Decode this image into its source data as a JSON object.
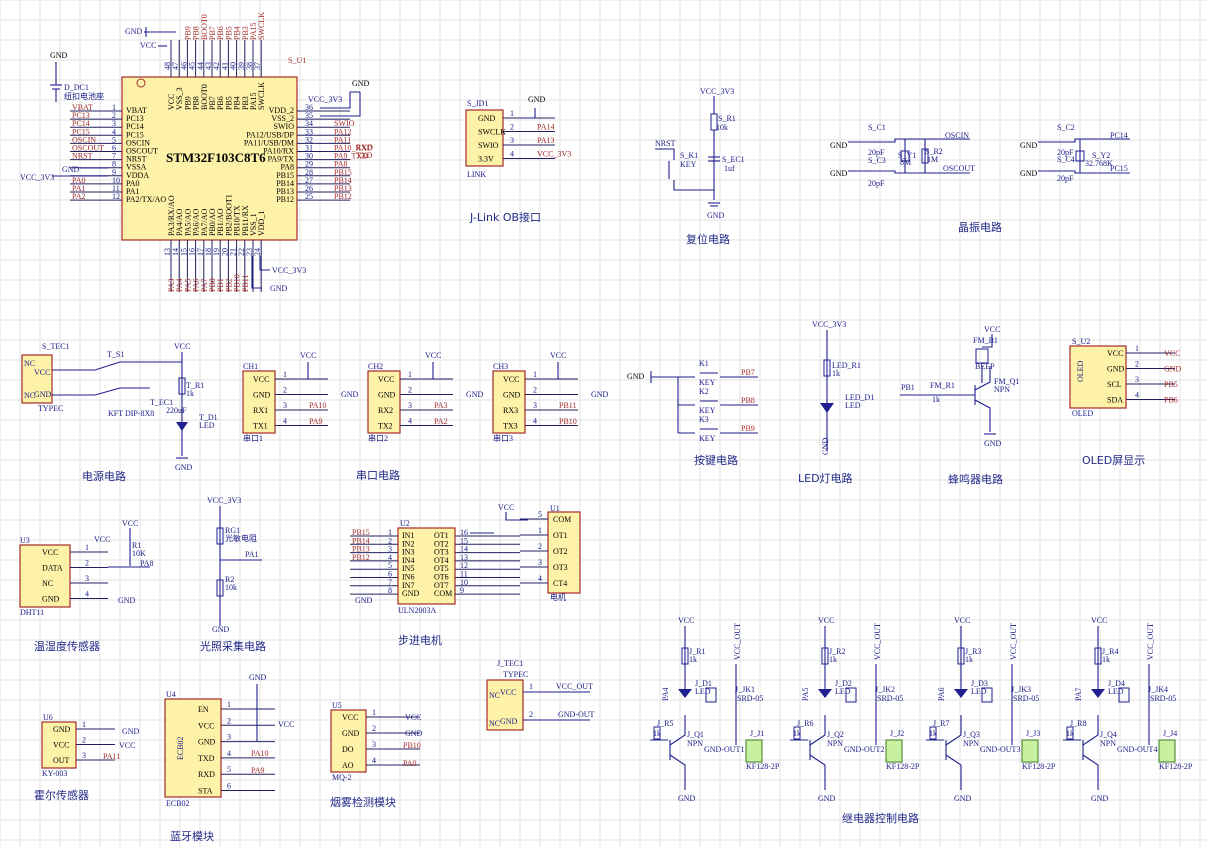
{
  "mcu": {
    "ref": "S_U1",
    "part": "STM32F103C8T6",
    "left_pins": [
      {
        "num": "1",
        "name": "VBAT",
        "net": "VBAT"
      },
      {
        "num": "2",
        "name": "PC13",
        "net": "PC13"
      },
      {
        "num": "3",
        "name": "PC14",
        "net": "PC14"
      },
      {
        "num": "4",
        "name": "PC15",
        "net": "PC15"
      },
      {
        "num": "5",
        "name": "OSCIN",
        "net": "OSCIN"
      },
      {
        "num": "6",
        "name": "OSCOUT",
        "net": "OSCOUT"
      },
      {
        "num": "7",
        "name": "NRST",
        "net": "NRST"
      },
      {
        "num": "8",
        "name": "VSSA",
        "net": ""
      },
      {
        "num": "9",
        "name": "VDDA",
        "net": ""
      },
      {
        "num": "10",
        "name": "PA0",
        "net": "PA0"
      },
      {
        "num": "11",
        "name": "PA1",
        "net": "PA1"
      },
      {
        "num": "12",
        "name": "PA2/TX/AO",
        "net": "PA2"
      }
    ],
    "right_pins": [
      {
        "num": "36",
        "name": "VDD_2",
        "net": ""
      },
      {
        "num": "35",
        "name": "VSS_2",
        "net": ""
      },
      {
        "num": "34",
        "name": "SWIO",
        "net": "SWIO"
      },
      {
        "num": "33",
        "name": "PA12/USB/DP",
        "net": "PA12"
      },
      {
        "num": "32",
        "name": "PA11/USB/DM",
        "net": "PA11"
      },
      {
        "num": "31",
        "name": "PA10/RX",
        "net": "PA10_RXD"
      },
      {
        "num": "30",
        "name": "PA9/TX",
        "net": "PA9_TXD"
      },
      {
        "num": "29",
        "name": "PA8",
        "net": "PA8"
      },
      {
        "num": "28",
        "name": "PB15",
        "net": "PB15"
      },
      {
        "num": "27",
        "name": "PB14",
        "net": "PB14"
      },
      {
        "num": "26",
        "name": "PB13",
        "net": "PB13"
      },
      {
        "num": "25",
        "name": "PB12",
        "net": "PB12"
      }
    ],
    "top_pins": [
      "VCC",
      "VSS_3",
      "PB9",
      "PB8",
      "BOOT0",
      "PB7",
      "PB6",
      "PB5",
      "PB4",
      "PB3",
      "PA15",
      "SWCLK"
    ],
    "top_nets": [
      "",
      "",
      "PB9",
      "PB8",
      "BOOT0",
      "PB7",
      "PB6",
      "PB5",
      "PB4",
      "PB3",
      "PA15",
      "SWCLK"
    ],
    "top_nums": [
      "48",
      "47",
      "46",
      "45",
      "44",
      "43",
      "42",
      "41",
      "40",
      "39",
      "38",
      "37"
    ],
    "bottom_pins": [
      "PA3/RX/AO",
      "PA4/AO",
      "PA5/AO",
      "PA6/AO",
      "PA7/AO",
      "PB0/AO",
      "PB1/AO",
      "PB2/BOOT1",
      "PB10/TX",
      "PB11/RX",
      "VSS_1",
      "VDD_1"
    ],
    "bottom_nets": [
      "PA3",
      "PA4",
      "PA5",
      "PA6",
      "PA7",
      "PB0",
      "PB1",
      "PB2",
      "PB10",
      "PB11",
      "",
      ""
    ],
    "bottom_nums": [
      "13",
      "14",
      "15",
      "16",
      "17",
      "18",
      "19",
      "20",
      "21",
      "22",
      "23",
      "24"
    ],
    "gnd": "GND",
    "vcc": "VCC",
    "vcc33": "VCC_3V3",
    "battery_ref": "D_DC1",
    "battery_label": "纽扣电池座",
    "rxd": "RXD",
    "txd": "TXD"
  },
  "jlink": {
    "ref": "S_JD1",
    "pins": [
      {
        "num": "1",
        "name": "GND",
        "net": ""
      },
      {
        "num": "2",
        "name": "SWCLK",
        "net": "PA14"
      },
      {
        "num": "3",
        "name": "SWIO",
        "net": "PA13"
      },
      {
        "num": "4",
        "name": "3.3V",
        "net": "VCC_3V3"
      }
    ],
    "label": "LINK",
    "gnd": "GND",
    "title": "J-Link OB接口"
  },
  "reset": {
    "vcc": "VCC_3V3",
    "r_ref": "S_R1",
    "r_val": "10k",
    "nrst": "NRST",
    "k_ref": "S_K1",
    "k_val": "KEY",
    "c_ref": "S_EC1",
    "c_val": "1uf",
    "gnd": "GND",
    "title": "复位电路"
  },
  "crystal": {
    "c1": "S_C1",
    "c1v": "20pF",
    "c3": "S_C3",
    "c3v": "20pF",
    "y1": "S_Y1",
    "y1v": "8M",
    "r2": "S_R2",
    "r2v": "1M",
    "oscin": "OSCIN",
    "oscout": "OSCOUT",
    "c2": "S_C2",
    "c2v": "20pF",
    "c4": "S_C4",
    "c4v": "20pF",
    "y2": "S_Y2",
    "y2v": "32.768K",
    "pc14": "PC14",
    "pc15": "PC15",
    "gnd": "GND",
    "title": "晶振电路"
  },
  "power": {
    "ref": "S_TEC1",
    "vcc_pin": "VCC",
    "gnd_pin": "GND",
    "nc1": "NC",
    "nc2": "NC",
    "label": "TYPEC",
    "s_ref": "T_S1",
    "s_val": "KFT DIP-8X8",
    "r_ref": "T_R1",
    "r_val": "1k",
    "c_ref": "T_EC1",
    "c_val": "220uF",
    "d_ref": "T_D1",
    "d_val": "LED",
    "vcc": "VCC",
    "gnd": "GND",
    "title": "电源电路"
  },
  "serial": {
    "title": "串口电路",
    "vcc": "VCC",
    "gnd": "GND",
    "ports": [
      {
        "ref": "CH1",
        "label": "串口1",
        "tx_net": "PA9",
        "rx_net": "PA10"
      },
      {
        "ref": "CH2",
        "label": "串口2",
        "tx_net": "PA2",
        "rx_net": "PA3"
      },
      {
        "ref": "CH3",
        "label": "串口3",
        "tx_net": "PB10",
        "rx_net": "PB11"
      }
    ],
    "pin_names": [
      "VCC",
      "GND",
      "RX1",
      "TX1"
    ],
    "pin_names2": [
      "VCC",
      "GND",
      "RX2",
      "TX2"
    ],
    "pin_names3": [
      "VCC",
      "GND",
      "RX3",
      "TX3"
    ],
    "nums": [
      "1",
      "2",
      "3",
      "4"
    ]
  },
  "keys": {
    "title": "按键电路",
    "gnd": "GND",
    "items": [
      {
        "ref": "K1",
        "val": "KEY",
        "net": "PB7"
      },
      {
        "ref": "K2",
        "val": "KEY",
        "net": "PB8"
      },
      {
        "ref": "K3",
        "val": "KEY",
        "net": "PB9"
      }
    ]
  },
  "led": {
    "vcc": "VCC_3V3",
    "r_ref": "LED_R1",
    "r_val": "1k",
    "d_ref": "LED_D1",
    "d_val": "LED",
    "gnd": "GND",
    "title": "LED灯电路"
  },
  "buzzer": {
    "vcc": "VCC",
    "bz_ref": "FM_B1",
    "bz_val": "BEEP",
    "q_ref": "FM_Q1",
    "q_val": "NPN",
    "r_ref": "FM_R1",
    "r_val": "1k",
    "net": "PB1",
    "gnd": "GND",
    "title": "蜂鸣器电路"
  },
  "oled": {
    "ref": "S_U2",
    "label": "OLED",
    "name": "OLED",
    "pins": [
      {
        "num": "1",
        "name": "VCC",
        "net": "VCC"
      },
      {
        "num": "2",
        "name": "GND",
        "net": "GND"
      },
      {
        "num": "3",
        "name": "SCL",
        "net": "PB5"
      },
      {
        "num": "4",
        "name": "SDA",
        "net": "PB6"
      }
    ],
    "title": "OLED屏显示"
  },
  "dht": {
    "ref": "U3",
    "label": "DHT11",
    "pins": [
      "VCC",
      "DATA",
      "NC",
      "GND"
    ],
    "nums": [
      "1",
      "2",
      "3",
      "4"
    ],
    "vcc": "VCC",
    "r_ref": "R1",
    "r_val": "10K",
    "net": "PA8",
    "gnd": "GND",
    "title": "温湿度传感器"
  },
  "light": {
    "vcc": "VCC_3V3",
    "rg_ref": "RG1",
    "rg_val": "光敏电阻",
    "r_ref": "R2",
    "r_val": "10k",
    "net": "PA1",
    "gnd": "GND",
    "title": "光照采集电路"
  },
  "stepper": {
    "u2": "U2",
    "u2v": "ULN2003A",
    "u1": "U1",
    "u1v": "电机",
    "vcc": "VCC",
    "gnd": "GND",
    "in_nets": [
      "PB15",
      "PB14",
      "PB13",
      "PB12"
    ],
    "in_names": [
      "IN1",
      "IN2",
      "IN3",
      "IN4",
      "IN5",
      "IN6",
      "IN7",
      "GND"
    ],
    "in_nums": [
      "1",
      "2",
      "3",
      "4",
      "5",
      "6",
      "7",
      "8"
    ],
    "out_names": [
      "OT1",
      "OT2",
      "OT3",
      "OT4",
      "OT5",
      "OT6",
      "OT7",
      "COM"
    ],
    "out_nums": [
      "16",
      "15",
      "14",
      "13",
      "12",
      "11",
      "10",
      "9"
    ],
    "motor_names": [
      "COM",
      "OT1",
      "OT2",
      "OT3",
      "CT4"
    ],
    "motor_nums": [
      "5",
      "1",
      "2",
      "3",
      "4"
    ],
    "title": "步进电机"
  },
  "hall": {
    "ref": "U6",
    "label": "KY-003",
    "pins": [
      "GND",
      "VCC",
      "OUT"
    ],
    "nums": [
      "1",
      "2",
      "3"
    ],
    "gnd": "GND",
    "vcc": "VCC",
    "net": "PA11",
    "title": "霍尔传感器"
  },
  "bt": {
    "ref": "U4",
    "label": "ECB02",
    "pins": [
      "EN",
      "VCC",
      "GND",
      "TXD",
      "RXD",
      "STA"
    ],
    "nums": [
      "1",
      "2",
      "3",
      "4",
      "5",
      "6"
    ],
    "vcc": "VCC",
    "gnd": "GND",
    "txd_net": "PA10",
    "rxd_net": "PA9",
    "title": "蓝牙模块"
  },
  "smoke": {
    "ref": "U5",
    "label": "MQ-2",
    "pins": [
      "VCC",
      "GND",
      "DO",
      "AO"
    ],
    "nums": [
      "1",
      "2",
      "3",
      "4"
    ],
    "vcc": "VCC",
    "gnd": "GND",
    "do_net": "PB10",
    "ao_net": "PA0",
    "title": "烟雾检测模块"
  },
  "relay_power": {
    "ref": "J_TEC1",
    "label": "TYPEC",
    "pins": [
      "VCC",
      "GND"
    ],
    "nc": "NC",
    "vcc_out": "VCC_OUT",
    "gnd_out": "GND-OUT"
  },
  "relays": {
    "title": "继电器控制电路",
    "vcc": "VCC",
    "vcc_out": "VCC_OUT",
    "gnd": "GND",
    "gnd_out": "GND-OUT",
    "npn": "NPN",
    "led": "LED",
    "srd": "SRD-05",
    "kf": "KF128-2P",
    "r_val": "1k",
    "items": [
      {
        "r": "J_R1",
        "d": "J_D1",
        "jk": "J_JK1",
        "rb": "J_R5",
        "q": "J_Q1",
        "j": "J_J1",
        "net": "PA4",
        "out": "GND-OUT1"
      },
      {
        "r": "J_R2",
        "d": "J_D2",
        "jk": "J_JK2",
        "rb": "J_R6",
        "q": "J_Q2",
        "j": "J_J2",
        "net": "PA5",
        "out": "GND-OUT2"
      },
      {
        "r": "J_R3",
        "d": "J_D3",
        "jk": "J_JK3",
        "rb": "J_R7",
        "q": "J_Q3",
        "j": "J_J3",
        "net": "PA6",
        "out": "GND-OUT3"
      },
      {
        "r": "J_R4",
        "d": "J_D4",
        "jk": "J_JK4",
        "rb": "J_R8",
        "q": "J_Q4",
        "j": "J_J4",
        "net": "PA7",
        "out": "GND-OUT4"
      }
    ]
  }
}
